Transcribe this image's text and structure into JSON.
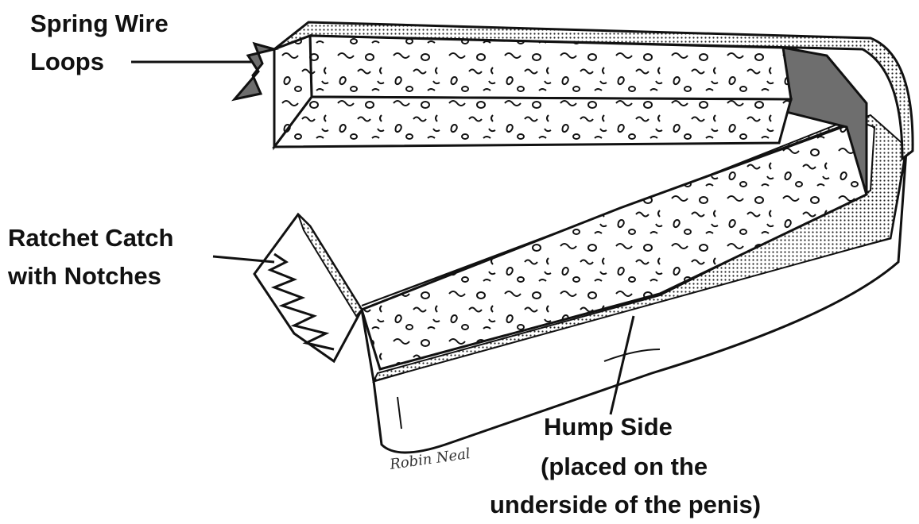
{
  "labels": {
    "spring_wire_line1": "Spring Wire",
    "spring_wire_line2": "Loops",
    "ratchet_line1": "Ratchet Catch",
    "ratchet_line2": "with Notches",
    "hump_line1": "Hump Side",
    "hump_line2": "(placed on the",
    "hump_line3": "underside of the penis)"
  },
  "signature": "Robin Neal",
  "colors": {
    "stroke": "#111111",
    "dark_fill": "#6e6e6e",
    "background": "#ffffff"
  }
}
